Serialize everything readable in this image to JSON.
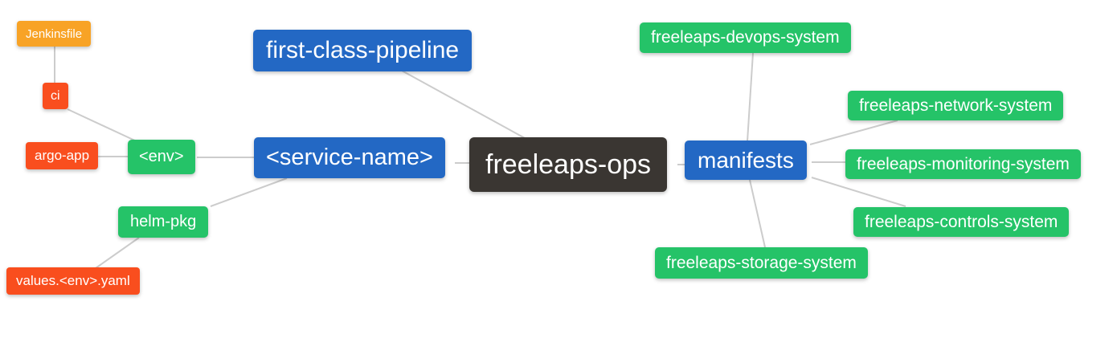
{
  "diagram": {
    "background_color": "#ffffff",
    "edge_color": "#cccccc",
    "node_text_color": "#ffffff",
    "palette": {
      "orange": "#f8a326",
      "red": "#f94e1e",
      "green": "#25c368",
      "blue": "#2368c4",
      "dark": "#3a3632"
    },
    "nodes": [
      {
        "id": "jenkinsfile",
        "label": "Jenkinsfile",
        "color": "#f8a326"
      },
      {
        "id": "ci",
        "label": "ci",
        "color": "#f94e1e"
      },
      {
        "id": "argo-app",
        "label": "argo-app",
        "color": "#f94e1e"
      },
      {
        "id": "env",
        "label": "<env>",
        "color": "#25c368"
      },
      {
        "id": "helm-pkg",
        "label": "helm-pkg",
        "color": "#25c368"
      },
      {
        "id": "values-env-yaml",
        "label": "values.<env>.yaml",
        "color": "#f94e1e"
      },
      {
        "id": "first-class-pipeline",
        "label": "first-class-pipeline",
        "color": "#2368c4"
      },
      {
        "id": "service-name",
        "label": "<service-name>",
        "color": "#2368c4"
      },
      {
        "id": "freeleaps-ops",
        "label": "freeleaps-ops",
        "color": "#3a3632"
      },
      {
        "id": "manifests",
        "label": "manifests",
        "color": "#2368c4"
      },
      {
        "id": "freeleaps-devops-system",
        "label": "freeleaps-devops-system",
        "color": "#25c368"
      },
      {
        "id": "freeleaps-network-system",
        "label": "freeleaps-network-system",
        "color": "#25c368"
      },
      {
        "id": "freeleaps-monitoring-system",
        "label": "freeleaps-monitoring-system",
        "color": "#25c368"
      },
      {
        "id": "freeleaps-controls-system",
        "label": "freeleaps-controls-system",
        "color": "#25c368"
      },
      {
        "id": "freeleaps-storage-system",
        "label": "freeleaps-storage-system",
        "color": "#25c368"
      }
    ],
    "edges": [
      [
        "jenkinsfile",
        "ci"
      ],
      [
        "ci",
        "env"
      ],
      [
        "argo-app",
        "env"
      ],
      [
        "env",
        "service-name"
      ],
      [
        "service-name",
        "helm-pkg"
      ],
      [
        "helm-pkg",
        "values-env-yaml"
      ],
      [
        "first-class-pipeline",
        "freeleaps-ops"
      ],
      [
        "service-name",
        "freeleaps-ops"
      ],
      [
        "freeleaps-ops",
        "manifests"
      ],
      [
        "manifests",
        "freeleaps-devops-system"
      ],
      [
        "manifests",
        "freeleaps-network-system"
      ],
      [
        "manifests",
        "freeleaps-monitoring-system"
      ],
      [
        "manifests",
        "freeleaps-controls-system"
      ],
      [
        "manifests",
        "freeleaps-storage-system"
      ]
    ]
  }
}
